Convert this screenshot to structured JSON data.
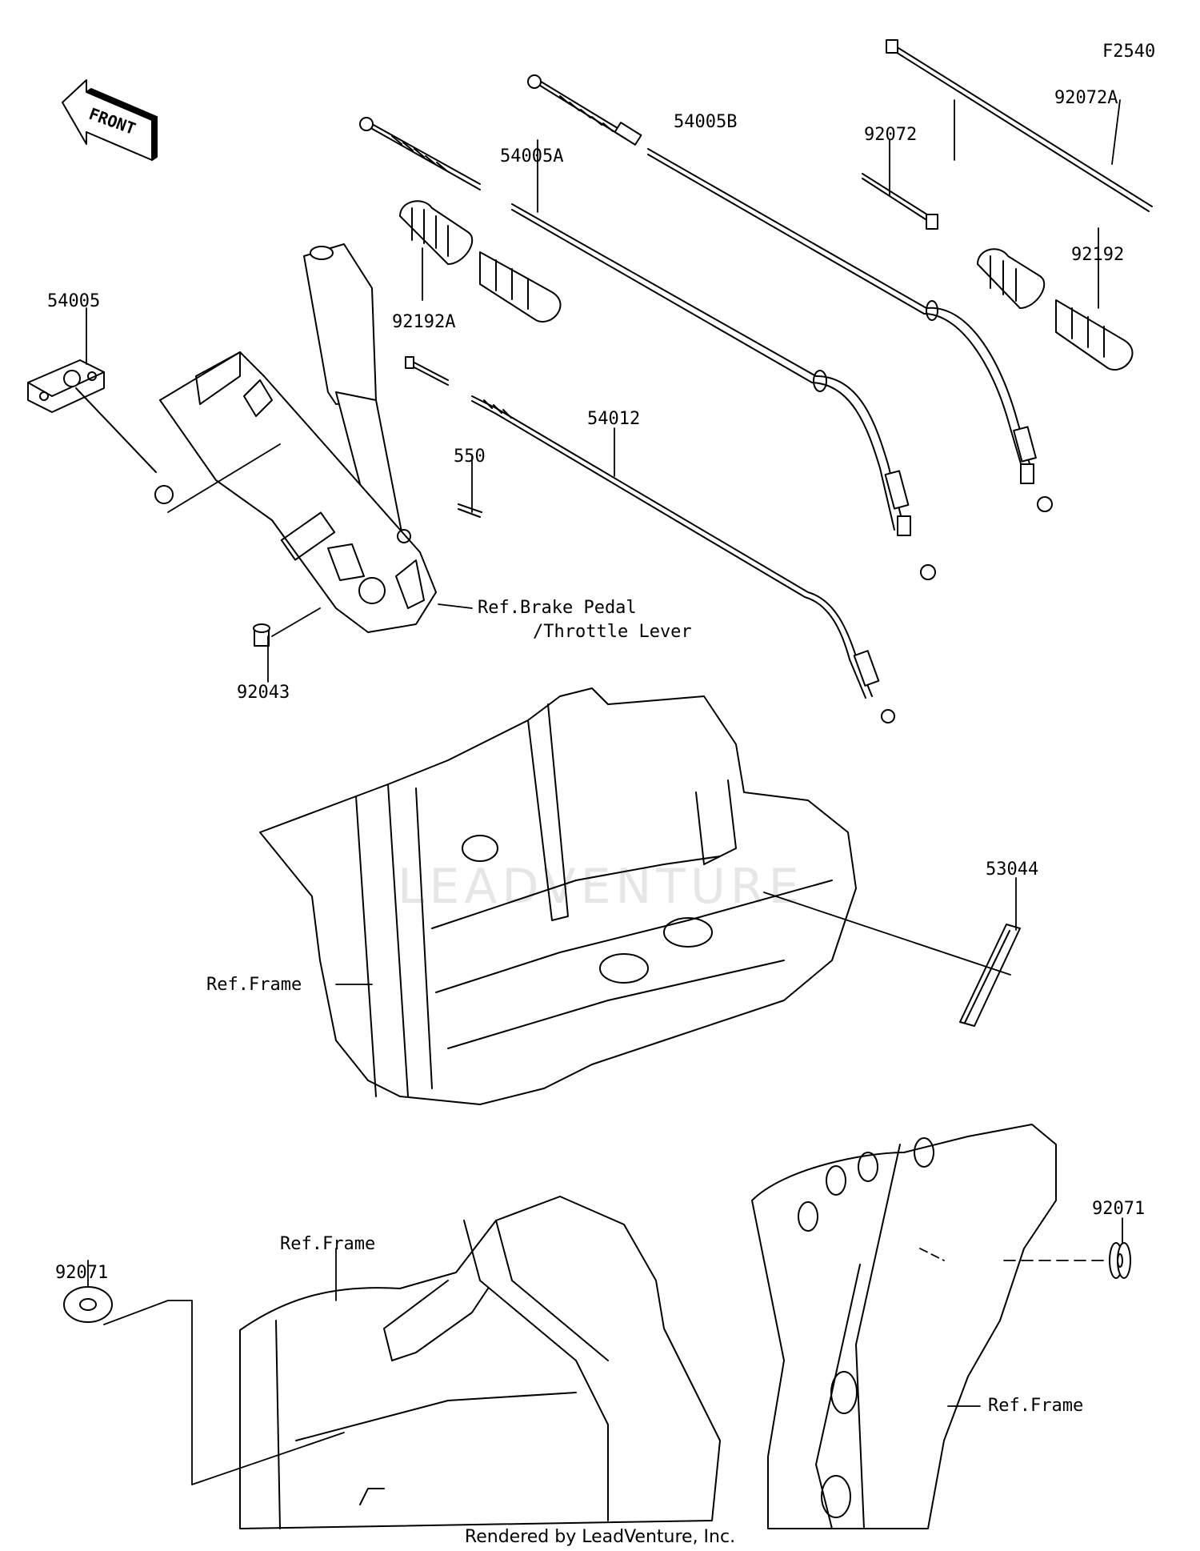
{
  "figure_id": "F2540",
  "watermark": "LEADVENTURE",
  "footer": "Rendered by LeadVenture, Inc.",
  "front_arrow": "FRONT",
  "parts": [
    {
      "id": "54005B",
      "label": "54005B"
    },
    {
      "id": "54005A",
      "label": "54005A"
    },
    {
      "id": "92072A",
      "label": "92072A"
    },
    {
      "id": "92072",
      "label": "92072"
    },
    {
      "id": "92192",
      "label": "92192"
    },
    {
      "id": "92192A",
      "label": "92192A"
    },
    {
      "id": "54005",
      "label": "54005"
    },
    {
      "id": "54012",
      "label": "54012"
    },
    {
      "id": "550",
      "label": "550"
    },
    {
      "id": "92043",
      "label": "92043"
    },
    {
      "id": "53044",
      "label": "53044"
    },
    {
      "id": "92071-left",
      "label": "92071"
    },
    {
      "id": "92071-right",
      "label": "92071"
    }
  ],
  "references": {
    "brake_pedal_line1": "Ref.Brake Pedal",
    "brake_pedal_line2": "/Throttle Lever",
    "frame_middle": "Ref.Frame",
    "frame_bottom_left": "Ref.Frame",
    "frame_bottom_right": "Ref.Frame"
  }
}
